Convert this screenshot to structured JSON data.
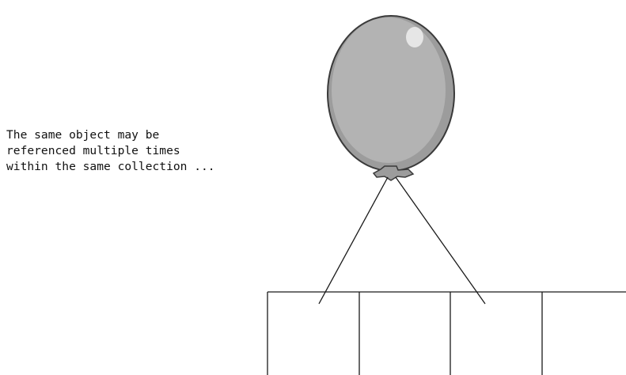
{
  "caption": {
    "lines": [
      "The same object may be",
      "referenced multiple times",
      "within the same collection ..."
    ]
  },
  "collection": {
    "slot_count": 4,
    "referencing_slots": [
      0,
      2
    ]
  },
  "colors": {
    "balloon_fill": "#b3b3b3",
    "balloon_shade": "#9c9c9c",
    "balloon_outline": "#3a3a3a",
    "highlight": "#e6e6e6",
    "line": "#1a1a1a"
  }
}
